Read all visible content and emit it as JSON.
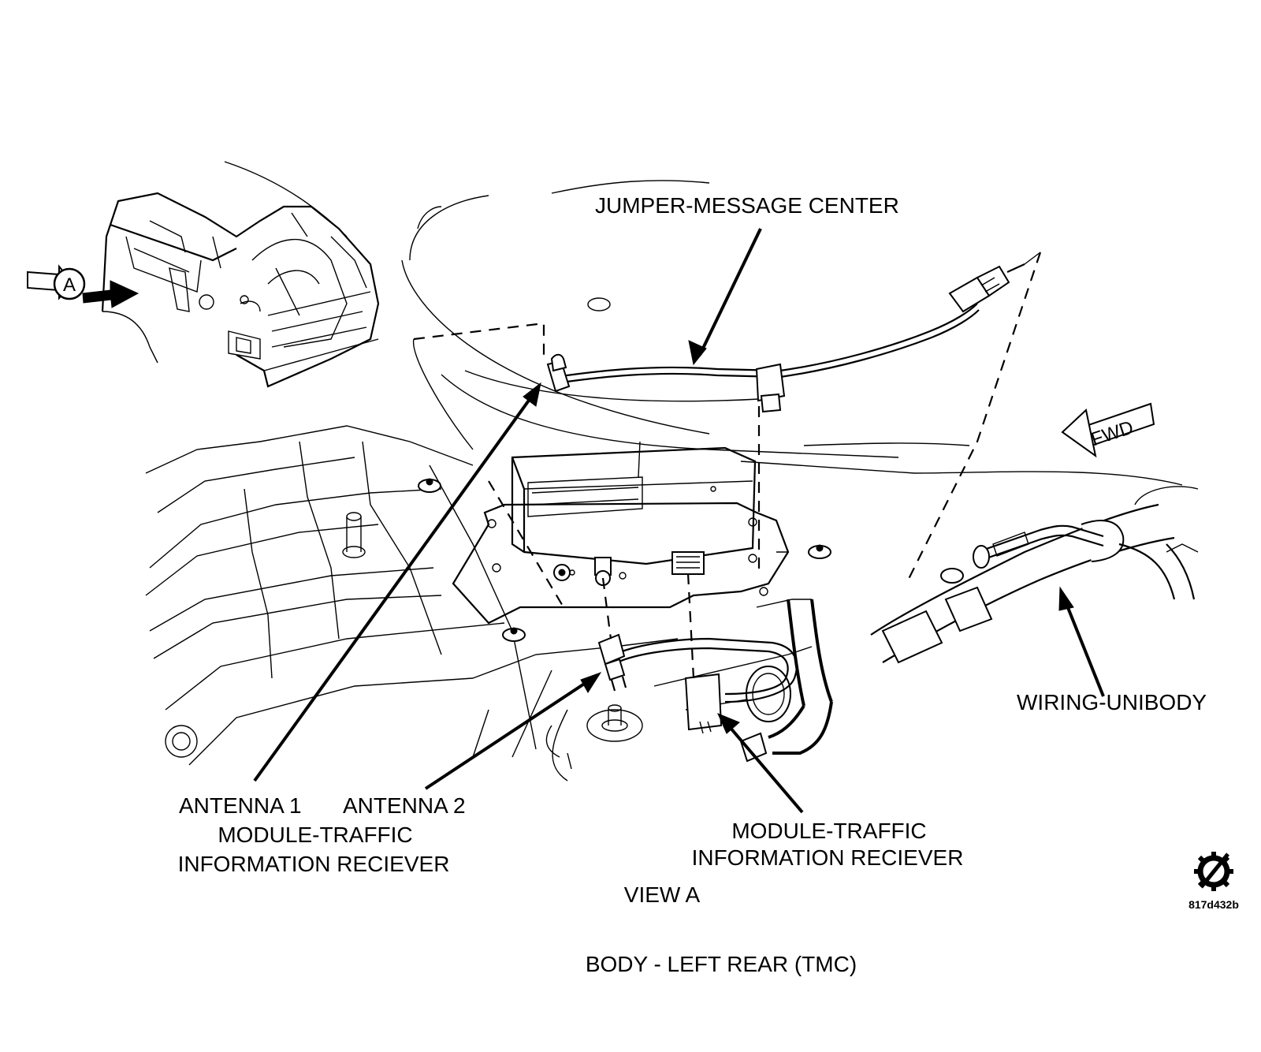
{
  "labels": {
    "jumper": "JUMPER-MESSAGE CENTER",
    "antenna1": "ANTENNA 1",
    "antenna2": "ANTENNA 2",
    "module_left_line1": "MODULE-TRAFFIC",
    "module_left_line2": "INFORMATION RECIEVER",
    "module_right_line1": "MODULE-TRAFFIC",
    "module_right_line2": "INFORMATION RECIEVER",
    "wiring": "WIRING-UNIBODY",
    "view": "VIEW A",
    "caption": "BODY - LEFT REAR (TMC)",
    "fwd": "FWD",
    "view_callout": "A",
    "figure_id": "817d432b"
  },
  "icons": {
    "logo": "gear-slash-icon"
  }
}
